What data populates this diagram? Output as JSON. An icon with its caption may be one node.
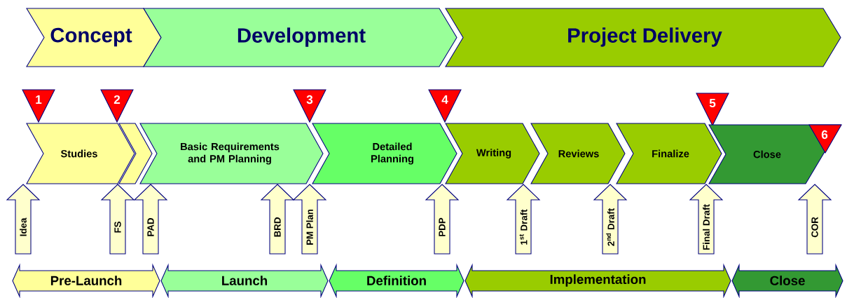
{
  "diagram": {
    "nodes": [
      {
        "text": [
          "Concept"
        ]
      },
      {
        "text": [
          "Development"
        ]
      },
      {
        "text": [
          "Project Delivery"
        ]
      },
      {
        "text": [
          "1"
        ]
      },
      {
        "text": [
          "2"
        ]
      },
      {
        "text": [
          "3"
        ]
      },
      {
        "text": [
          "4"
        ]
      },
      {
        "text": [
          "5"
        ]
      },
      {
        "text": [
          "Studies"
        ]
      },
      {
        "text": [],
        "shape": "chevron"
      },
      {
        "text": [
          "Basic Requirements and PM Planning"
        ]
      },
      {
        "text": [
          "Detailed Planning"
        ]
      },
      {
        "text": [
          "Writing"
        ]
      },
      {
        "text": [
          "Reviews"
        ]
      },
      {
        "text": [
          "Finalize"
        ]
      },
      {
        "text": [
          "Close"
        ]
      },
      {
        "text": [
          "6"
        ],
        "in": 15
      },
      {
        "text": [
          "Idea"
        ]
      },
      {
        "text": [
          "FS"
        ]
      },
      {
        "text": [
          "PAD"
        ]
      },
      {
        "text": [
          "BRD"
        ]
      },
      {
        "text": [
          "PM Plan"
        ]
      },
      {
        "text": [
          "PDP"
        ]
      },
      {
        "text": [
          "1$^{st}$ Draft"
        ]
      },
      {
        "text": [
          "2$^{nd}$ Draft"
        ]
      },
      {
        "text": [
          "Final Draft"
        ]
      },
      {
        "text": [
          "COR"
        ]
      },
      {
        "text": [
          "Pre-Launch"
        ]
      },
      {
        "text": [
          "Launch"
        ]
      },
      {
        "text": [
          "Definition"
        ]
      },
      {
        "text": [
          "Implementation"
        ]
      },
      {
        "text": [
          "Close"
        ]
      }
    ]
  }
}
